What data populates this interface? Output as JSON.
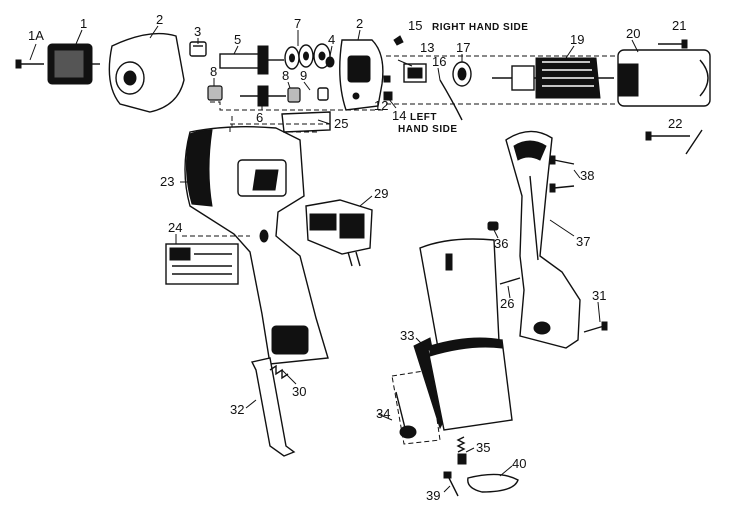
{
  "notes": {
    "right_hand_side": "RIGHT HAND SIDE",
    "left_hand_side_line1": "LEFT",
    "left_hand_side_line2": "HAND SIDE"
  },
  "labels": {
    "p1": "1",
    "p1a": "1A",
    "p2a": "2",
    "p2b": "2",
    "p3": "3",
    "p4": "4",
    "p5": "5",
    "p6": "6",
    "p7": "7",
    "p8a": "8",
    "p8b": "8",
    "p9": "9",
    "p12": "12",
    "p13": "13",
    "p14": "14",
    "p15": "15",
    "p16": "16",
    "p17": "17",
    "p19": "19",
    "p20": "20",
    "p21": "21",
    "p22": "22",
    "p23": "23",
    "p24": "24",
    "p25": "25",
    "p26": "26",
    "p29": "29",
    "p30": "30",
    "p31": "31",
    "p32": "32",
    "p33": "33",
    "p34": "34",
    "p35": "35",
    "p36": "36",
    "p37": "37",
    "p38": "38",
    "p39": "39",
    "p40": "40"
  }
}
